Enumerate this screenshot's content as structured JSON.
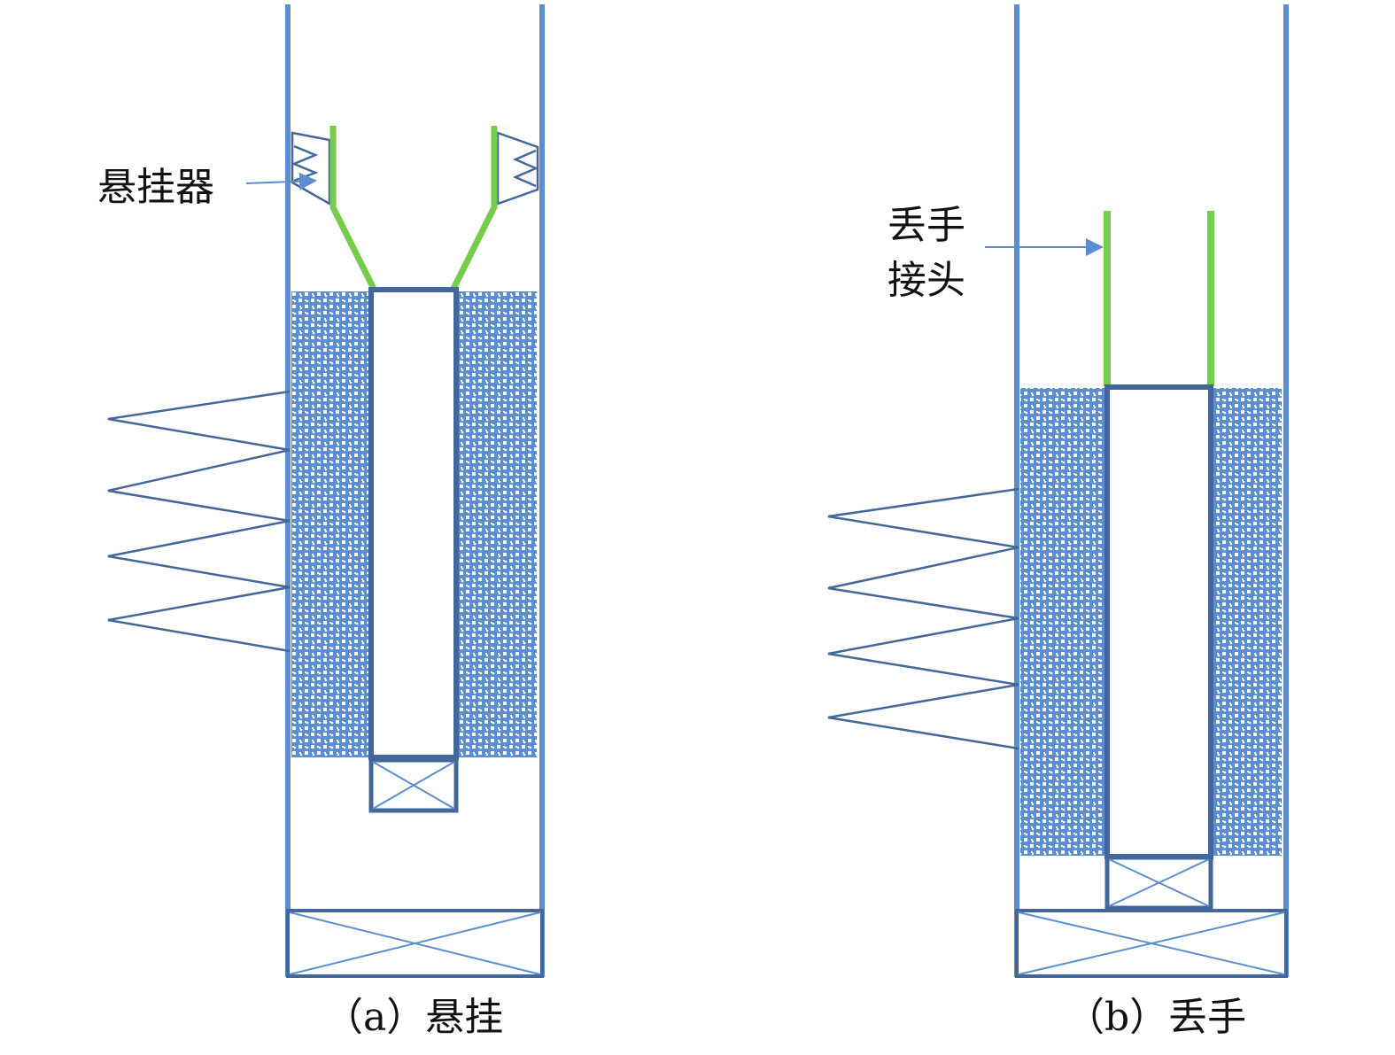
{
  "panel_a": {
    "caption": "（a）悬挂",
    "hanger_label": "悬挂器"
  },
  "panel_b": {
    "caption": "（b）丢手",
    "joint_label_line1": "丢手",
    "joint_label_line2": "接头"
  },
  "colors": {
    "casing": "#5B8ED0",
    "tool_outline": "#44679A",
    "packer_fill": "#5B8ED0",
    "joint": "#76CC4B",
    "text": "#111111"
  }
}
